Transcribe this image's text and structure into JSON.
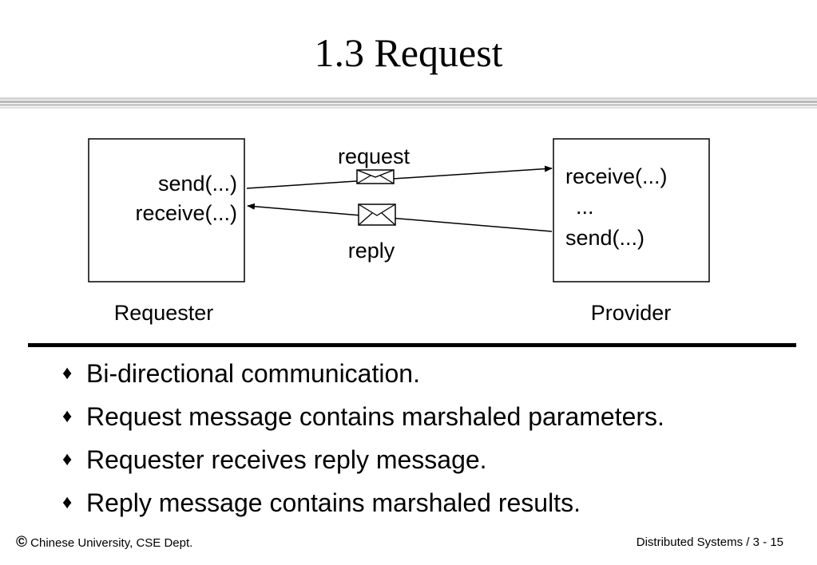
{
  "title": "1.3 Request",
  "diagram": {
    "requester": {
      "lines": [
        "send(...)",
        "receive(...)"
      ],
      "label": "Requester"
    },
    "provider": {
      "lines": [
        "receive(...)",
        "...",
        "send(...)"
      ],
      "label": "Provider"
    },
    "request_label": "request",
    "reply_label": "reply"
  },
  "bullets": [
    {
      "mark": "♦",
      "text": "Bi-directional communication."
    },
    {
      "mark": "♦",
      "text": "Request message contains marshaled parameters."
    },
    {
      "mark": "♦",
      "text": "Requester receives reply message."
    },
    {
      "mark": "♦",
      "text": "Reply message contains marshaled results."
    }
  ],
  "footer": {
    "copyright_symbol": "©",
    "left": "Chinese University, CSE Dept.",
    "right": "Distributed Systems / 3 - 15"
  }
}
